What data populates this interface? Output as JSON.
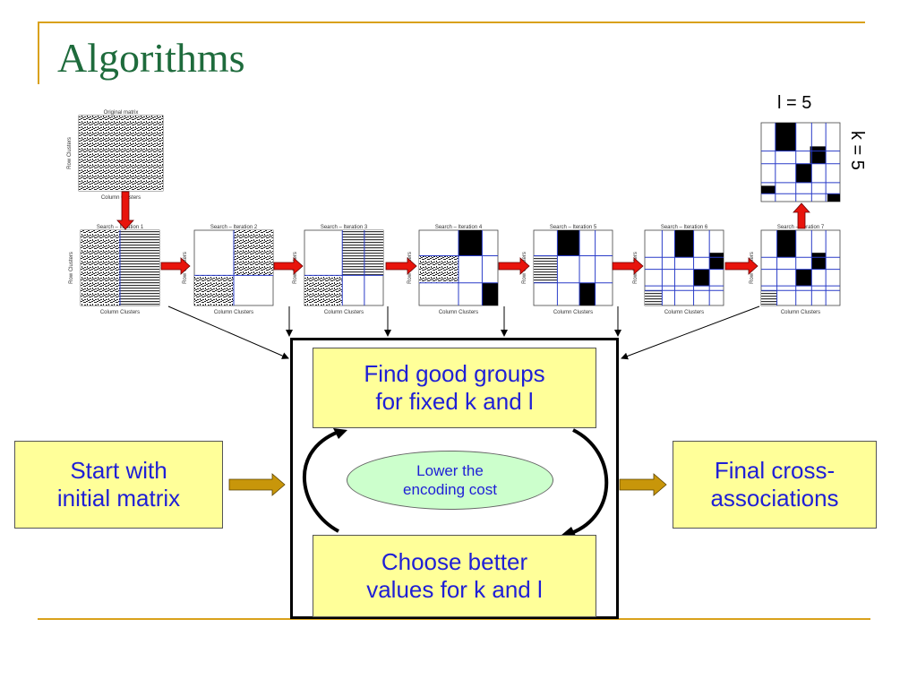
{
  "slide": {
    "title": "Algorithms"
  },
  "labels": {
    "l_value": "l = 5",
    "k_value": "k = 5"
  },
  "matrices": {
    "original_title": "Original matrix",
    "row_axis": "Row Clusters",
    "column_axis": "Column Clusters",
    "iterations": [
      "Search – Iteration 1",
      "Search – Iteration 2",
      "Search – Iteration 3",
      "Search – Iteration 4",
      "Search – Iteration 5",
      "Search – Iteration 6",
      "Search – Iteration 7"
    ]
  },
  "boxes": {
    "find_groups": "Find good groups\nfor fixed k and l",
    "choose_values": "Choose better\nvalues for k and l",
    "start": "Start with\ninitial matrix",
    "final": "Final cross-\nassociations",
    "lower_cost": "Lower the\nencoding cost"
  },
  "colors": {
    "title": "#1e6b3c",
    "rule": "#d9a11b",
    "box_fill": "#ffff99",
    "box_text": "#1f1fd6",
    "ellipse_fill": "#ccffcc",
    "red_arrow": "#e8140c",
    "gold_arrow": "#c8960a"
  }
}
